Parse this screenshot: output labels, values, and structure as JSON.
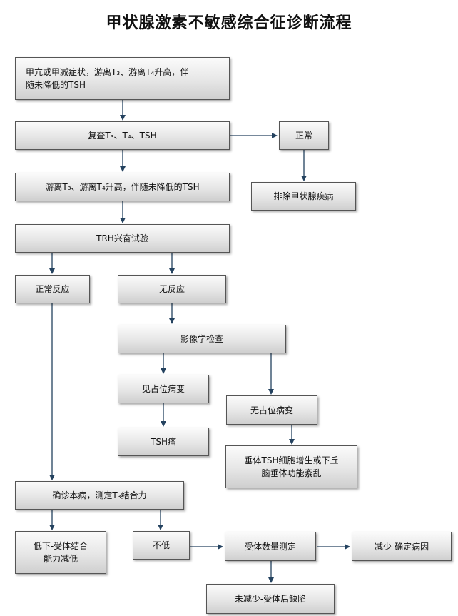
{
  "title": "甲状腺激素不敏感综合征诊断流程",
  "nodes": {
    "symptoms": "甲亢或甲减症状，游离T₃、游离T₄升高，伴\n随未降低的TSH",
    "recheck": "复查T₃、T₄、TSH",
    "normal": "正常",
    "exclude_thyroid": "排除甲状腺疾病",
    "elevated": "游离T₃、游离T₄升高，伴随未降低的TSH",
    "trh_test": "TRH兴奋试验",
    "normal_response": "正常反应",
    "no_response": "无反应",
    "imaging": "影像学检查",
    "lesion_seen": "见占位病变",
    "tsh_tumor": "TSH瘤",
    "no_lesion": "无占位病变",
    "pituitary": "垂体TSH细胞增生或下丘\n脑垂体功能紊乱",
    "diagnose": "确诊本病，测定T₃结合力",
    "reduced_binding": "低下-受体结合\n能力减低",
    "not_low": "不低",
    "receptor_count": "受体数量测定",
    "decreased": "减少-确定病因",
    "not_decreased": "未减少-受体后缺陷"
  }
}
